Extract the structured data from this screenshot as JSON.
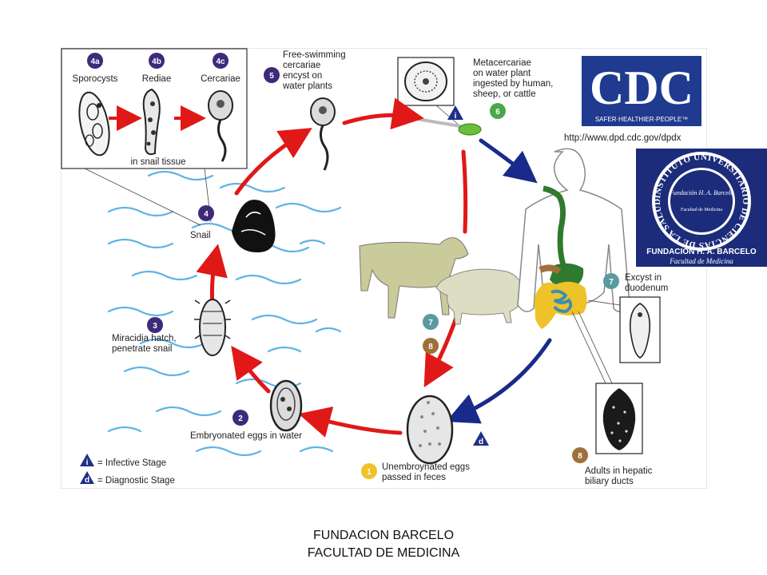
{
  "diagram": {
    "stages": {
      "s4a": {
        "num": "4a",
        "label": "Sporocysts"
      },
      "s4b": {
        "num": "4b",
        "label": "Rediae"
      },
      "s4c": {
        "num": "4c",
        "label": "Cercariae"
      },
      "inset_caption": "in snail tissue",
      "s5": {
        "num": "5",
        "lines": [
          "Free-swimming",
          "cercariae",
          "encyst on",
          "water plants"
        ]
      },
      "s6": {
        "num": "6",
        "lines": [
          "Metacercariae",
          "on water plant",
          "ingested by human,",
          "sheep, or cattle"
        ]
      },
      "url": "http://www.dpd.cdc.gov/dpdx",
      "s4": {
        "num": "4",
        "label": "Snail"
      },
      "s3": {
        "num": "3",
        "lines": [
          "Miracidia hatch,",
          "penetrate snail"
        ]
      },
      "s2": {
        "num": "2",
        "label": "Embryonated eggs in water"
      },
      "s1": {
        "num": "1",
        "lines": [
          "Unembroynated eggs",
          "passed in feces"
        ]
      },
      "s7": {
        "num": "7",
        "lines": [
          "Excyst in",
          "duodenum"
        ]
      },
      "s7b": {
        "num": "7"
      },
      "s8": {
        "num": "8",
        "lines": [
          "Adults in hepatic",
          "biliary ducts"
        ]
      },
      "s8b": {
        "num": "8"
      },
      "infective_badge": "i",
      "diagnostic_badge": "d",
      "legend": [
        {
          "symbol": "i",
          "label": "= Infective Stage"
        },
        {
          "symbol": "d",
          "label": "= Diagnostic Stage"
        }
      ]
    },
    "colors": {
      "purple": "#3d2a7a",
      "green": "#4aa84a",
      "teal": "#5a9aa0",
      "brown": "#a0703a",
      "yellow": "#f0c22a",
      "red_arrow": "#e01818",
      "blue_arrow": "#1a2a8a",
      "water": "#5fb3e6"
    }
  },
  "cdc_logo": {
    "text": "CDC",
    "tagline": "SAFER·HEALTHIER·PEOPLE™",
    "bg": "#1f3a8f"
  },
  "fundacion_logo": {
    "ring_text": "INSTITUTO UNIVERSITARIO DE CIENCIAS DE LA SALUD",
    "center_text": "Fundación H. A. Barceló",
    "center_sub": "Facultad de Medicina",
    "name": "FUNDACION H. A. BARCELO",
    "sub": "Facultad de Medicina",
    "bg": "#1c2b7a"
  },
  "footer": {
    "line1": "FUNDACION BARCELO",
    "line2": "FACULTAD DE MEDICINA"
  }
}
